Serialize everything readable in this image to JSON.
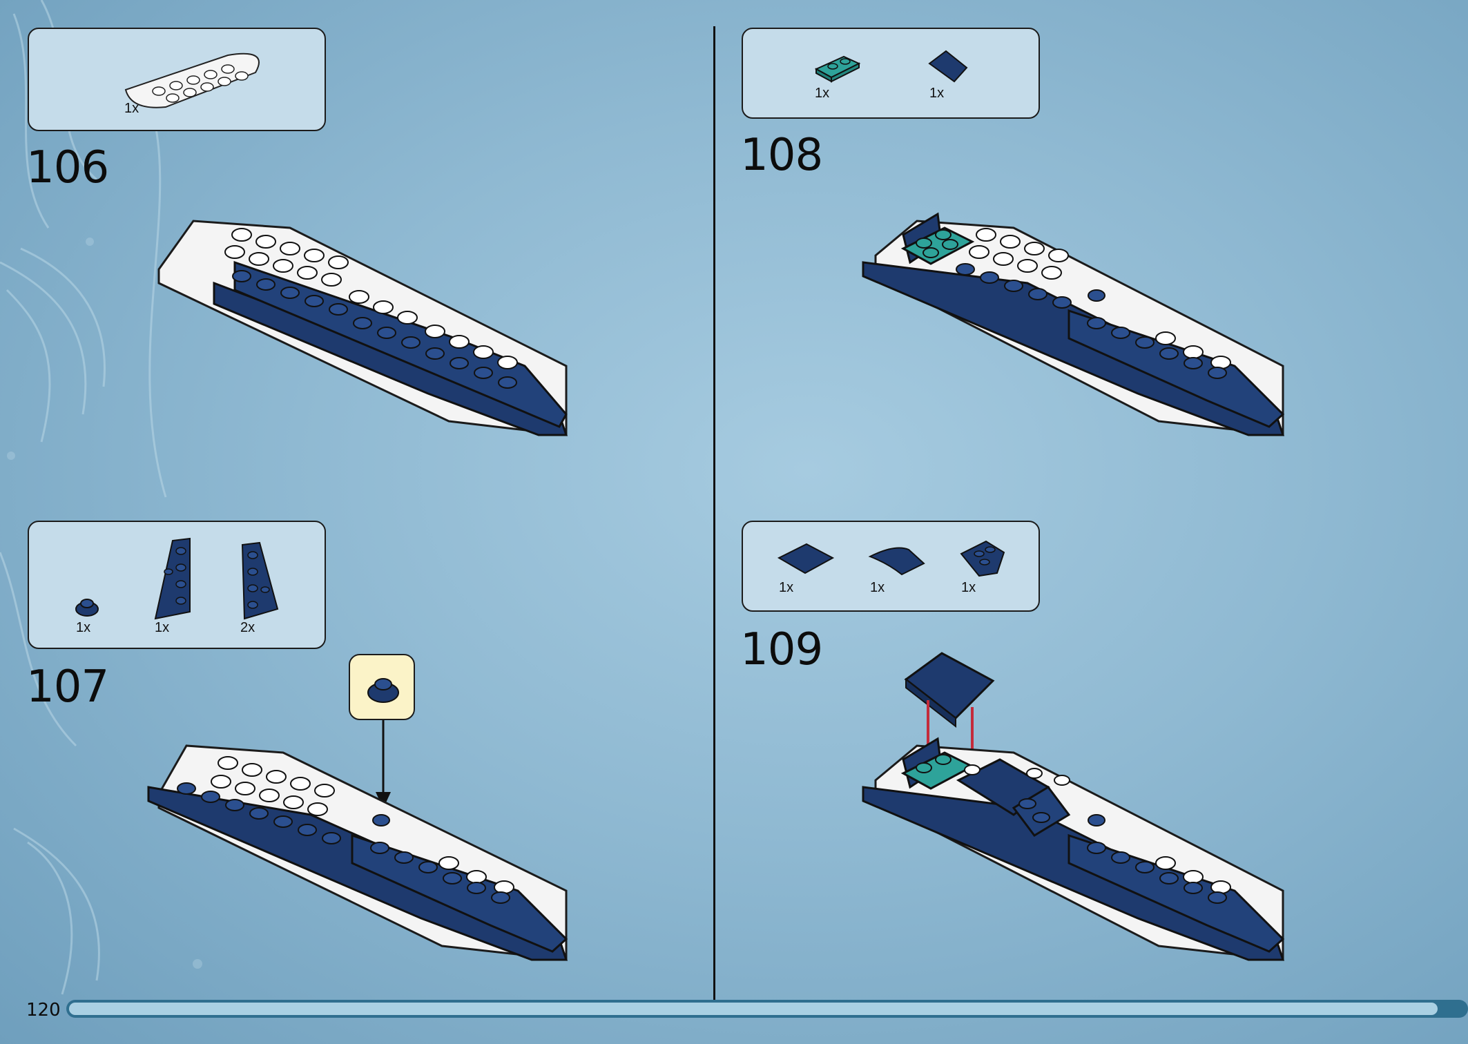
{
  "page": {
    "number": "120",
    "progress_fraction": 0.98
  },
  "colors": {
    "background": "#8fb9d2",
    "box": "#c5dcea",
    "dark_blue": "#1e3a6e",
    "white": "#f5f5f5",
    "teal": "#2ea39a",
    "arrow_red": "#c42b3b",
    "callout": "#fbf3c8"
  },
  "steps": [
    {
      "number": "106",
      "parts": [
        {
          "qty": "1x",
          "icon": "white-wedge-plate-icon"
        }
      ]
    },
    {
      "number": "107",
      "parts": [
        {
          "qty": "1x",
          "icon": "round-plate-icon"
        },
        {
          "qty": "1x",
          "icon": "wedge-plate-left-icon"
        },
        {
          "qty": "2x",
          "icon": "wedge-plate-right-icon"
        }
      ]
    },
    {
      "number": "108",
      "parts": [
        {
          "qty": "1x",
          "icon": "teal-plate-icon"
        },
        {
          "qty": "1x",
          "icon": "slope-icon"
        }
      ]
    },
    {
      "number": "109",
      "parts": [
        {
          "qty": "1x",
          "icon": "tile-icon"
        },
        {
          "qty": "1x",
          "icon": "curved-slope-icon"
        },
        {
          "qty": "1x",
          "icon": "wedge-plate-icon"
        }
      ]
    }
  ]
}
